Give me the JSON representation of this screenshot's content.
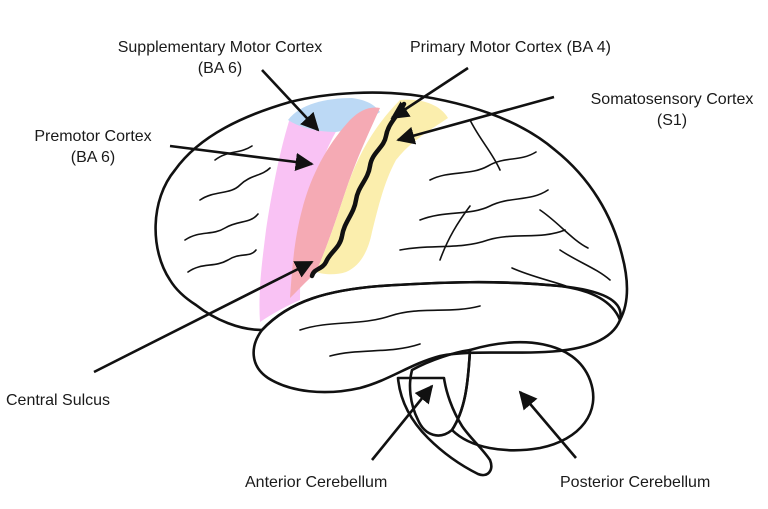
{
  "labels": {
    "supplementary_motor": {
      "line1": "Supplementary Motor Cortex",
      "line2": "(BA 6)"
    },
    "primary_motor": "Primary Motor Cortex (BA 4)",
    "somatosensory": {
      "line1": "Somatosensory Cortex",
      "line2": "(S1)"
    },
    "premotor": {
      "line1": "Premotor Cortex",
      "line2": "(BA 6)"
    },
    "central_sulcus": "Central Sulcus",
    "anterior_cerebellum": "Anterior Cerebellum",
    "posterior_cerebellum": "Posterior Cerebellum"
  },
  "colors": {
    "supplementary_motor": "#bcd9f5",
    "premotor": "#f9c2f4",
    "primary_motor": "#f5aab4",
    "somatosensory": "#fbeead",
    "anterior_cerebellum": "#a8edaa",
    "posterior_cerebellum": "#a9f0fb"
  }
}
